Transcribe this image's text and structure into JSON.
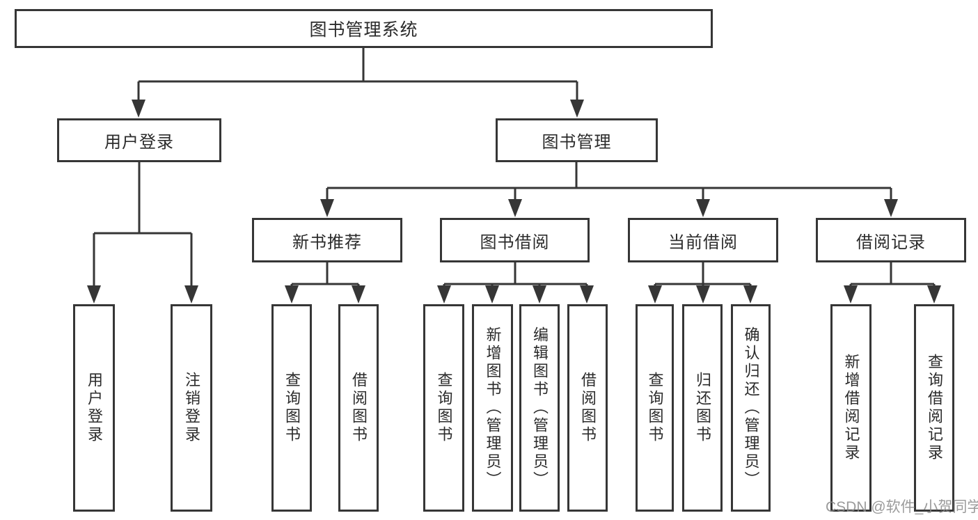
{
  "diagram_title": "图书管理系统",
  "tree": {
    "label": "图书管理系统",
    "children": [
      {
        "label": "用户登录",
        "children": [
          {
            "label": "用户登录"
          },
          {
            "label": "注销登录"
          }
        ]
      },
      {
        "label": "图书管理",
        "children": [
          {
            "label": "新书推荐",
            "children": [
              {
                "label": "查询图书"
              },
              {
                "label": "借阅图书"
              }
            ]
          },
          {
            "label": "图书借阅",
            "children": [
              {
                "label": "查询图书"
              },
              {
                "label": "新增图书（管理员）"
              },
              {
                "label": "编辑图书（管理员）"
              },
              {
                "label": "借阅图书"
              }
            ]
          },
          {
            "label": "当前借阅",
            "children": [
              {
                "label": "查询图书"
              },
              {
                "label": "归还图书"
              },
              {
                "label": "确认归还（管理员）"
              }
            ]
          },
          {
            "label": "借阅记录",
            "children": [
              {
                "label": "新增借阅记录"
              },
              {
                "label": "查询借阅记录"
              }
            ]
          }
        ]
      }
    ]
  },
  "watermark": {
    "text": "CSDN @软件_小贺同学",
    "color": "#8a8a8a"
  },
  "colors": {
    "line": "#363636",
    "box_border": "#363636",
    "box_background": "#ffffff",
    "text": "#2b2b2b",
    "canvas_background": "#ffffff"
  }
}
